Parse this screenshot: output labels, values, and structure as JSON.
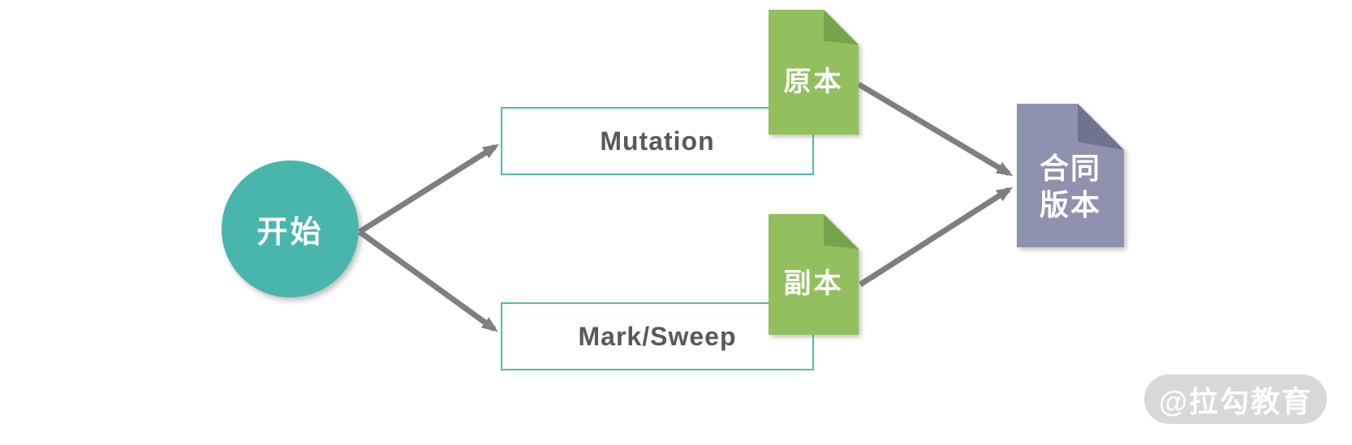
{
  "diagram": {
    "start_node": {
      "label": "开始"
    },
    "process_boxes": [
      {
        "label": "Mutation"
      },
      {
        "label": "Mark/Sweep"
      }
    ],
    "document_nodes": [
      {
        "label": "原本"
      },
      {
        "label": "副本"
      }
    ],
    "result_node": {
      "lines": [
        "合同",
        "版本"
      ]
    },
    "colors": {
      "teal": "#48b6ab",
      "teal_border": "#4cbcb2",
      "green": "#92c05e",
      "green_fold": "#76a44a",
      "purple": "#8e92ae",
      "purple_fold": "#6f7390",
      "arrow_gray": "#7f7f7f",
      "label_gray": "#595959"
    }
  },
  "watermark": {
    "label": "@拉勾教育"
  }
}
